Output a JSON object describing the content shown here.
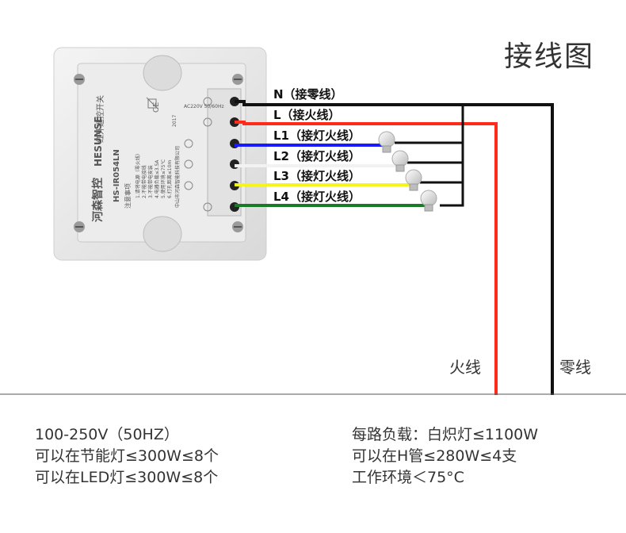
{
  "title": "接线图",
  "device": {
    "brand": "HESUNSE",
    "brand_cn": "河森智控",
    "product_name": "红外遥控开关",
    "model": "HS-IR054LN",
    "rating": "AC220V 50/60Hz",
    "notes_title": "注意事项",
    "notes": [
      "1.请将电源（零火线）",
      "2.不能带电接线",
      "3.不能带电安装",
      "4.电器负载≤3.5A",
      "5.使用环境≤75℃",
      "6.打孔距离≤10m"
    ],
    "manufacturer": "中山市河森智能科技有限公司",
    "year": "2017"
  },
  "wires": [
    {
      "id": "N",
      "label": "N（接零线）",
      "color": "#111111"
    },
    {
      "id": "L",
      "label": "L（接火线）",
      "color": "#ff2a1a"
    },
    {
      "id": "L1",
      "label": "L1（接灯火线）",
      "color": "#1a1aff"
    },
    {
      "id": "L2",
      "label": "L2（接灯火线）",
      "color": "#f2f2f2"
    },
    {
      "id": "L3",
      "label": "L3（接灯火线）",
      "color": "#f5f51a"
    },
    {
      "id": "L4",
      "label": "L4（接灯火线）",
      "color": "#1a7a2a"
    }
  ],
  "bottom_labels": {
    "live": "火线",
    "neutral": "零线"
  },
  "specs_left": [
    "100-250V（50HZ）",
    "可以在节能灯≤300W≤8个",
    "可以在LED灯≤300W≤8个"
  ],
  "specs_right": [
    "每路负载：白炽灯≤1100W",
    "可以在H管≤280W≤4支",
    "工作环境＜75°C"
  ]
}
